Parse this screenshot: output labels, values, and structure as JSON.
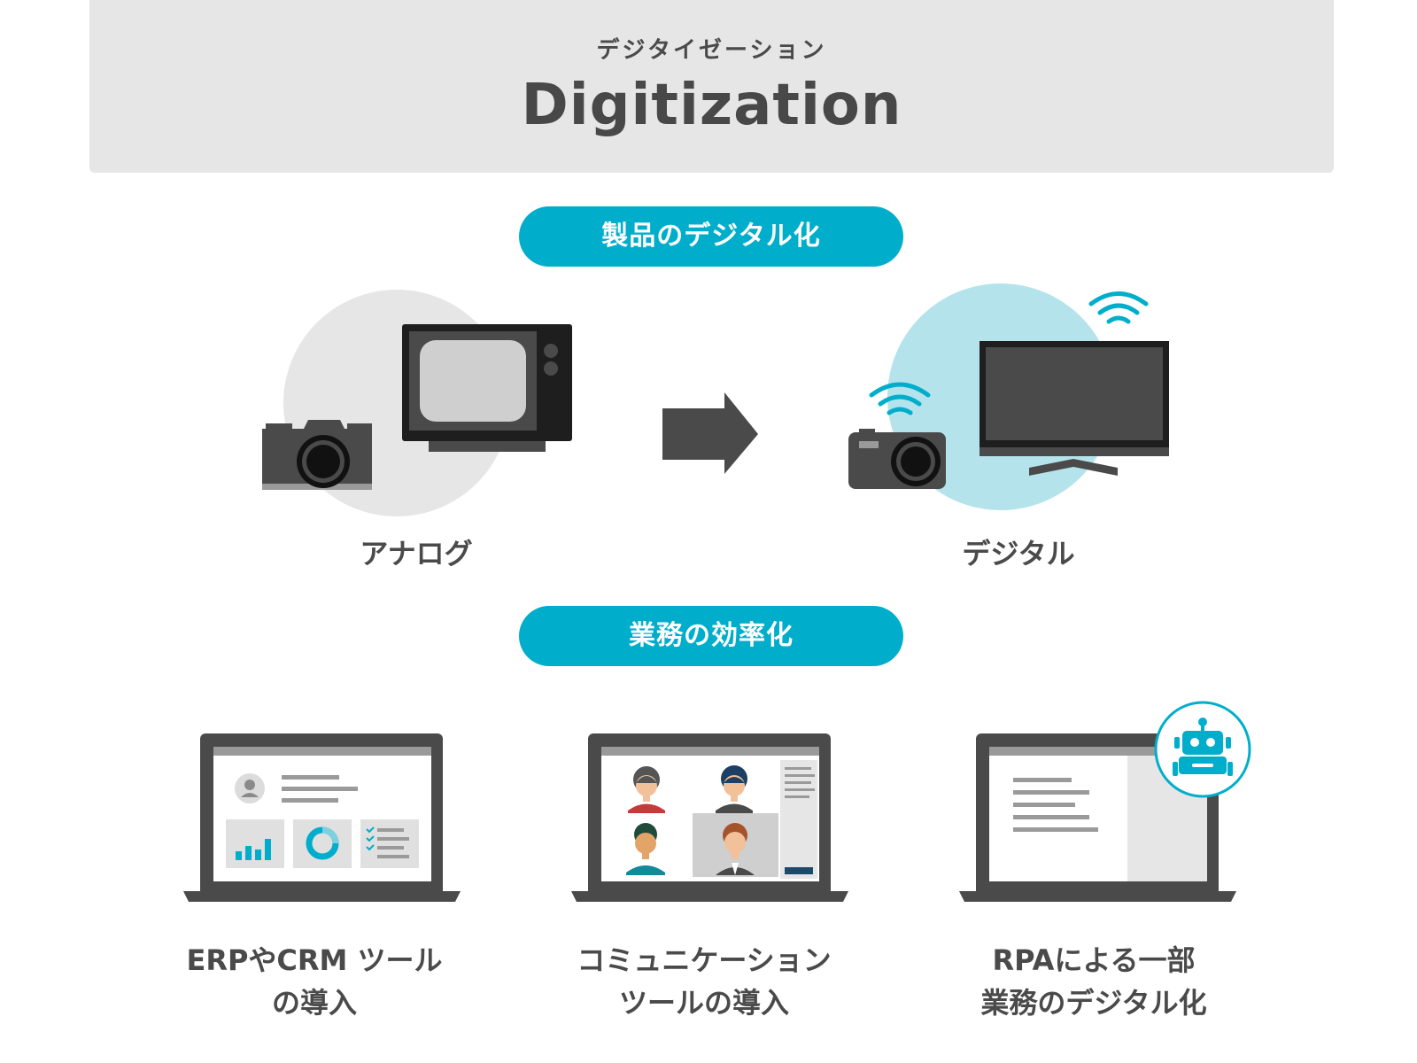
{
  "header": {
    "subtitle": "デジタイゼーション",
    "title": "Digitization"
  },
  "sections": {
    "products": {
      "pill_label": "製品のデジタル化",
      "before_label": "アナログ",
      "after_label": "デジタル"
    },
    "operations": {
      "pill_label": "業務の効率化",
      "items": [
        {
          "line1": "ERPやCRM ツール",
          "line2": "の導入"
        },
        {
          "line1": "コミュニケーション",
          "line2": "ツールの導入"
        },
        {
          "line1": "RPAによる一部",
          "line2": "業務のデジタル化"
        }
      ]
    }
  },
  "colors": {
    "accent": "#00aecb",
    "header_band": "#e6e6e6",
    "device_dark": "#4a4a4a",
    "analog_circle": "#e6e6e6",
    "digital_circle": "#b5e3ec"
  }
}
